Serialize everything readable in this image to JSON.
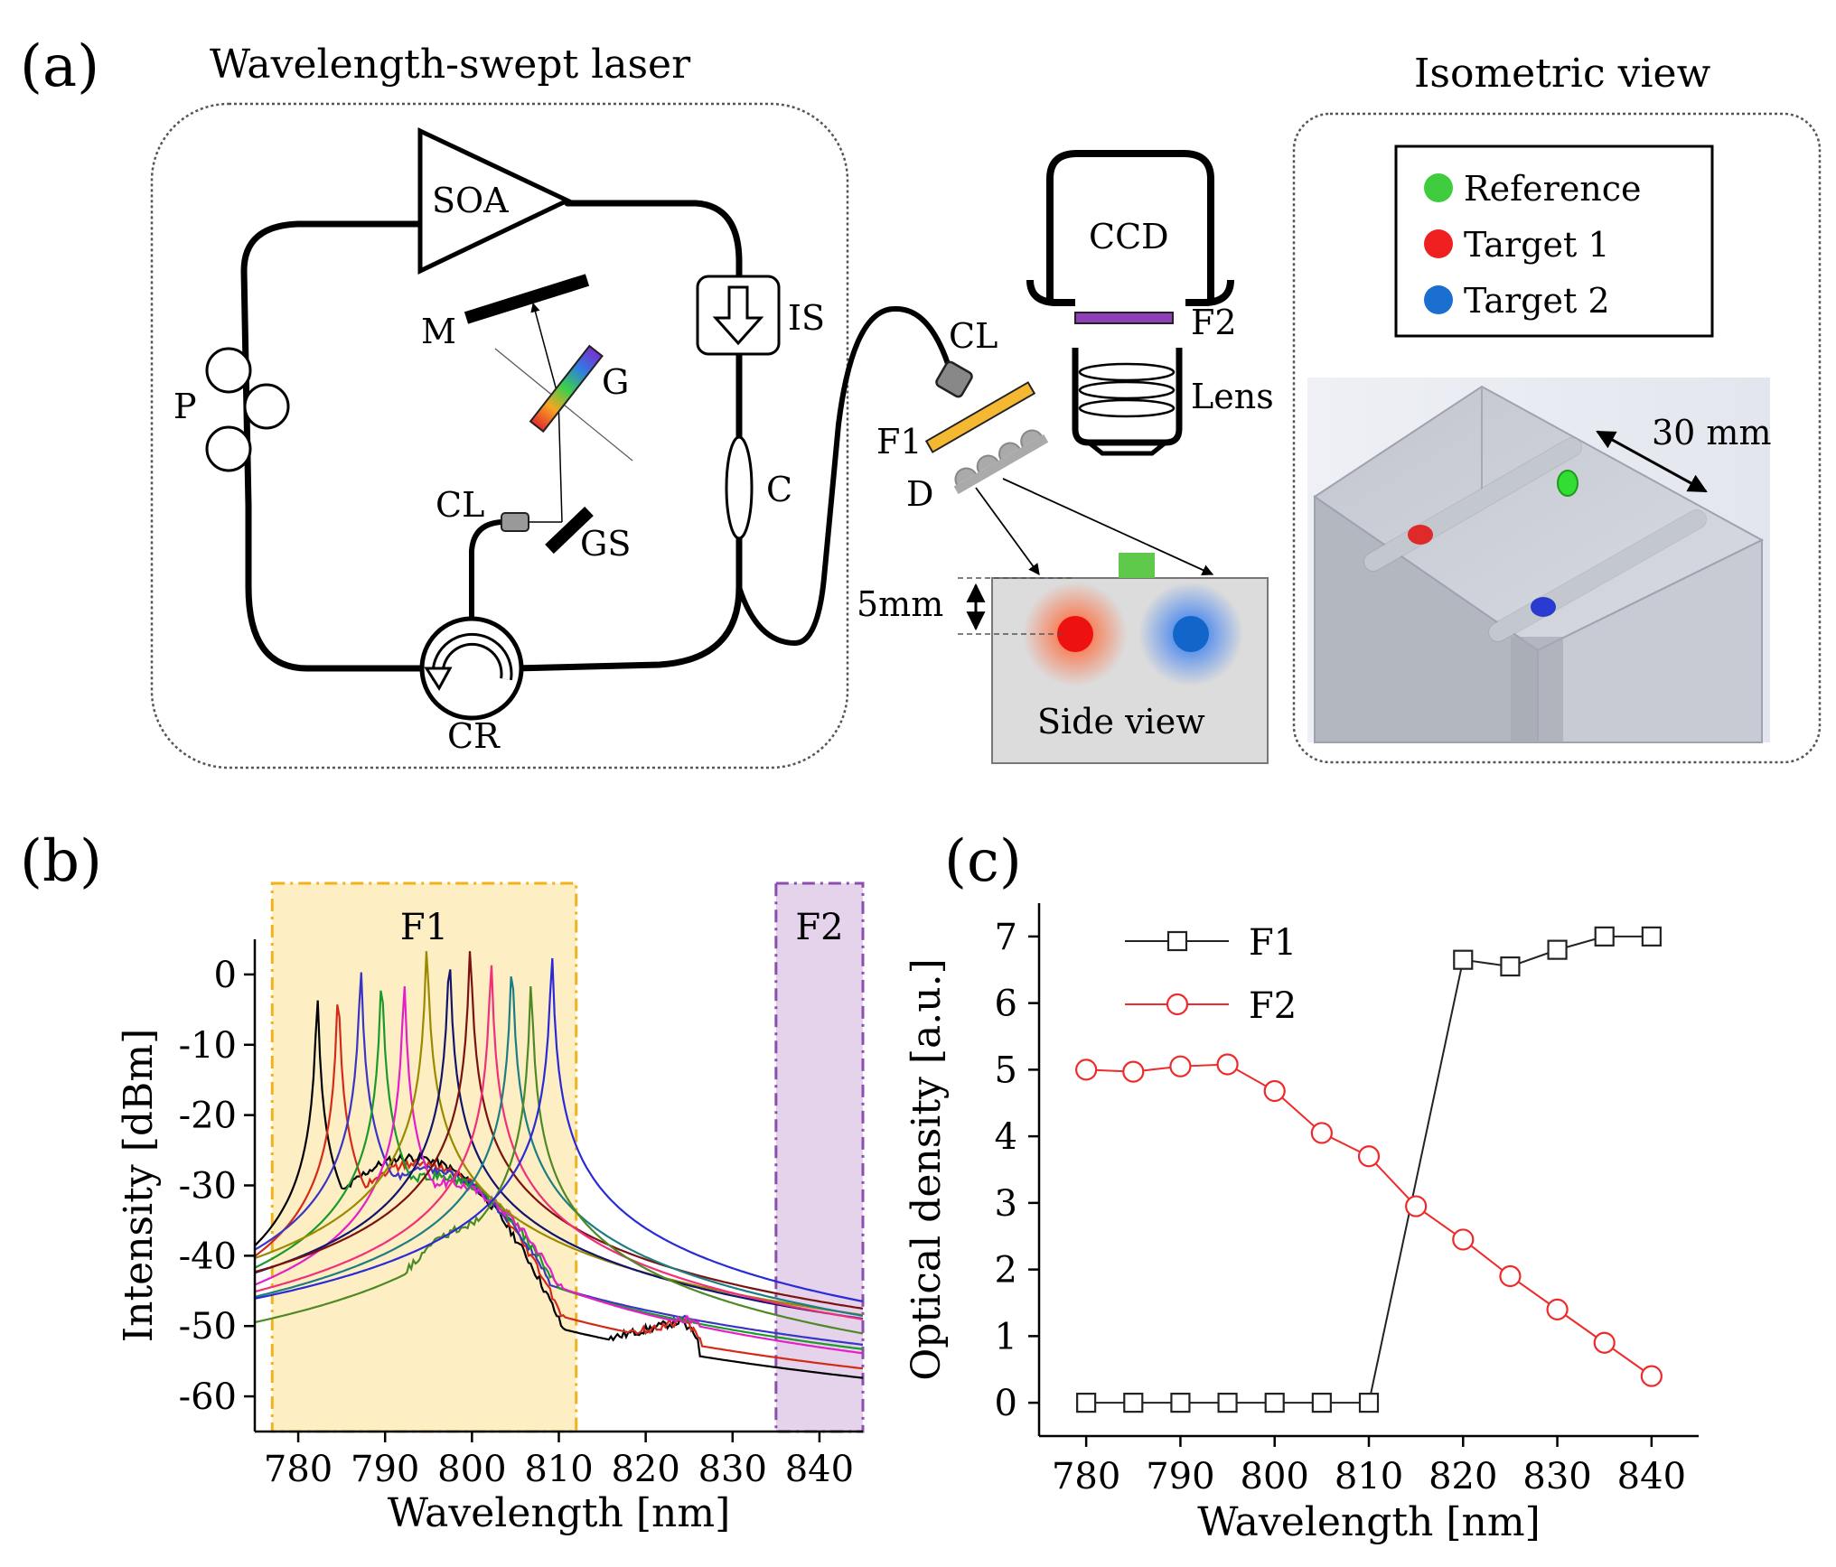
{
  "figure": {
    "panel_a": {
      "letter": "(a)",
      "laser_title": "Wavelength-swept laser",
      "labels": {
        "soa": "SOA",
        "m": "M",
        "g": "G",
        "p": "P",
        "is": "IS",
        "c": "C",
        "cl_inner": "CL",
        "gs": "GS",
        "cr": "CR",
        "cl_outer": "CL",
        "f1": "F1",
        "d": "D",
        "ccd": "CCD",
        "f2": "F2",
        "lens": "Lens",
        "depth": "5mm",
        "side_view": "Side view"
      },
      "isometric": {
        "title": "Isometric view",
        "legend": [
          {
            "label": "Reference",
            "color": "#3fcc3f"
          },
          {
            "label": "Target 1",
            "color": "#ee2020"
          },
          {
            "label": "Target 2",
            "color": "#1a6fd1"
          }
        ],
        "dimension": "30 mm"
      }
    },
    "panel_b": {
      "letter": "(b)",
      "band_labels": {
        "f1": "F1",
        "f2": "F2"
      },
      "band_colors": {
        "f1": "#fdeec3",
        "f2": "#e4d3ea",
        "f1_edge": "#f2b21c",
        "f2_edge": "#8c4fb0"
      }
    },
    "panel_c": {
      "letter": "(c)"
    }
  },
  "chart_data": [
    {
      "type": "line",
      "panel": "(b)",
      "xlabel": "Wavelength [nm]",
      "ylabel": "Intensity [dBm]",
      "xlim": [
        775,
        845
      ],
      "ylim": [
        -65,
        5
      ],
      "xticks": [
        780,
        790,
        800,
        810,
        820,
        830,
        840
      ],
      "yticks": [
        0,
        -10,
        -20,
        -30,
        -40,
        -50,
        -60
      ],
      "bands": [
        {
          "label": "F1",
          "range": [
            777,
            812
          ]
        },
        {
          "label": "F2",
          "range": [
            835,
            845
          ]
        }
      ],
      "series": [
        {
          "peak_nm": 782.2,
          "peak_dbm": -5,
          "color": "#000000"
        },
        {
          "peak_nm": 784.6,
          "peak_dbm": -4,
          "color": "#d42a1a"
        },
        {
          "peak_nm": 787.2,
          "peak_dbm": -1,
          "color": "#3a35c4"
        },
        {
          "peak_nm": 789.6,
          "peak_dbm": -2,
          "color": "#1a9a2a"
        },
        {
          "peak_nm": 792.2,
          "peak_dbm": -3,
          "color": "#e51ec9"
        },
        {
          "peak_nm": 794.8,
          "peak_dbm": 2,
          "color": "#9a8a00"
        },
        {
          "peak_nm": 797.4,
          "peak_dbm": 1,
          "color": "#12146e"
        },
        {
          "peak_nm": 799.8,
          "peak_dbm": 2,
          "color": "#7a1210"
        },
        {
          "peak_nm": 802.2,
          "peak_dbm": 0,
          "color": "#f0307a"
        },
        {
          "peak_nm": 804.6,
          "peak_dbm": 0,
          "color": "#1d7d85"
        },
        {
          "peak_nm": 806.8,
          "peak_dbm": -3,
          "color": "#4d8a25"
        },
        {
          "peak_nm": 809.2,
          "peak_dbm": 1,
          "color": "#2a2ad8"
        }
      ]
    },
    {
      "type": "line",
      "panel": "(c)",
      "xlabel": "Wavelength [nm]",
      "ylabel": "Optical density [a.u.]",
      "xlim": [
        775,
        845
      ],
      "ylim": [
        -0.5,
        7.5
      ],
      "xticks": [
        780,
        790,
        800,
        810,
        820,
        830,
        840
      ],
      "yticks": [
        0,
        1,
        2,
        3,
        4,
        5,
        6,
        7
      ],
      "x": [
        780,
        785,
        790,
        795,
        800,
        805,
        810,
        815,
        820,
        825,
        830,
        835,
        840
      ],
      "series": [
        {
          "name": "F1",
          "marker": "square",
          "color": "#222222",
          "values": [
            0,
            0,
            0,
            0,
            0,
            0,
            0,
            null,
            6.65,
            6.55,
            6.8,
            7.0,
            7.0
          ]
        },
        {
          "name": "F2",
          "marker": "circle",
          "color": "#ee2a2a",
          "values": [
            5.0,
            4.97,
            5.05,
            5.08,
            4.68,
            4.05,
            3.7,
            2.95,
            2.45,
            1.9,
            1.4,
            0.9,
            0.4
          ]
        }
      ]
    }
  ]
}
